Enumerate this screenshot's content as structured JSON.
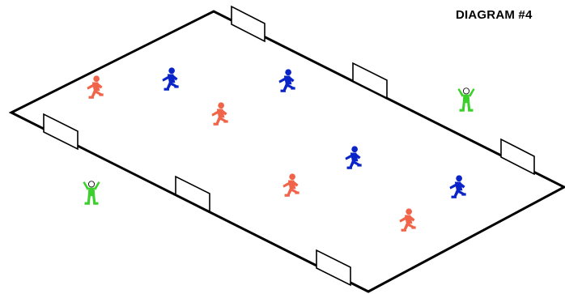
{
  "title": "DIAGRAM #4",
  "colors": {
    "red_team": "#f0644a",
    "blue_team": "#0a24c8",
    "neutral": "#3cd02c",
    "lines": "#000000"
  },
  "players": [
    {
      "team": "red",
      "kind": "player",
      "facing": "right"
    },
    {
      "team": "blue",
      "kind": "player",
      "facing": "right"
    },
    {
      "team": "blue",
      "kind": "player",
      "facing": "right"
    },
    {
      "team": "red",
      "kind": "player",
      "facing": "right"
    },
    {
      "team": "blue",
      "kind": "player",
      "facing": "right"
    },
    {
      "team": "red",
      "kind": "player",
      "facing": "right"
    },
    {
      "team": "blue",
      "kind": "player",
      "facing": "right"
    },
    {
      "team": "red",
      "kind": "player",
      "facing": "right"
    },
    {
      "team": "neutral",
      "kind": "keeper"
    },
    {
      "team": "neutral",
      "kind": "keeper"
    }
  ],
  "goals_count": 6
}
